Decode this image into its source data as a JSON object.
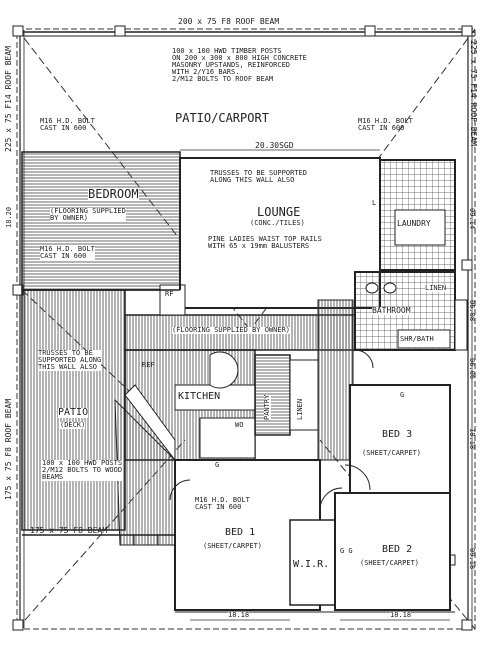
{
  "labels": {
    "roof_beam_top": "200 x 75 F8 ROOF BEAM",
    "roof_beam_left_top": "225 x 75 F14 ROOF BEAM",
    "roof_beam_right_top": "225 x 75 F14 ROOF BEAM",
    "roof_beam_left_bottom": "175 x 75 F8 ROOF BEAM",
    "roof_beam_bottom": "175 x 75 F8 BEAM",
    "posts_note": [
      "100 x 100 HWD TIMBER POSTS",
      "ON 200 x 300 x 800 HIGH CONCRETE",
      "MASONRY UPSTANDS, REINFORCED",
      "WITH 2/Y16 BARS.",
      "2/M12 BOLTS TO ROOF BEAM"
    ],
    "patio_carport": "PATIO/CARPORT",
    "bolt_left": [
      "M16 H.D. BOLT",
      "CAST IN 600"
    ],
    "bolt_right": [
      "M16 H.D. BOLT",
      "CAST IN 600"
    ],
    "bolt_left_mid": [
      "M16 H.D. BOLT",
      "CAST IN 600"
    ],
    "bolt_bottom": [
      "M16 H.D. BOLT",
      "CAST IN 600"
    ],
    "span_top": "20.30SGD",
    "trusses_note": [
      "TRUSSES TO BE SUPPORTED",
      "ALONG THIS WALL ALSO"
    ],
    "bedroom_label": "BEDROOM",
    "flooring_owner": [
      "(FLOORING SUPPLIED",
      "BY OWNER)"
    ],
    "lounge": "LOUNGE",
    "lounge_finish": "(CONC./TILES)",
    "rails_note": [
      "PINE LADIES WAIST TOP RAILS",
      "WITH 65 x 19mm BALUSTERS"
    ],
    "laundry": "LAUNDRY",
    "linen": "LINEN",
    "bathroom": "BATHROOM",
    "shr_bath": "SHR/BATH",
    "flooring_hall": "(FLOORING SUPPLIED BY OWNER)",
    "trusses_patio": [
      "TRUSSES TO BE",
      "SUPPORTED ALONG",
      "THIS WALL ALSO"
    ],
    "patio": "PATIO",
    "patio_finish": "(DECK)",
    "posts_patio": [
      "100 x 100 HWD POSTS",
      "2/M12 BOLTS TO WOOD",
      "BEAMS"
    ],
    "kitchen": "KITCHEN",
    "pantry": "PANTRY",
    "linen_hall": "LINEN",
    "wo": "WO",
    "bed3": "BED 3",
    "bed3_finish": "(SHEET/CARPET)",
    "bed1": "BED 1",
    "bed1_finish": "(SHEET/CARPET)",
    "bed2": "BED 2",
    "bed2_finish": "(SHEET/CARPET)",
    "wir": "W.I.R.",
    "dim_1820": "18.20",
    "dim_0914": "09.14",
    "dim_0608": "06.08",
    "dim_0606": "06.06",
    "dim_1818_right": "18.18",
    "dim_0918": "09.18",
    "dim_1818_bottom_a": "18.18",
    "dim_1818_bottom_b": "18.18",
    "g": "G",
    "gg": "G G",
    "ref": "REF",
    "rf": "RF",
    "laundry_lg": "L"
  }
}
